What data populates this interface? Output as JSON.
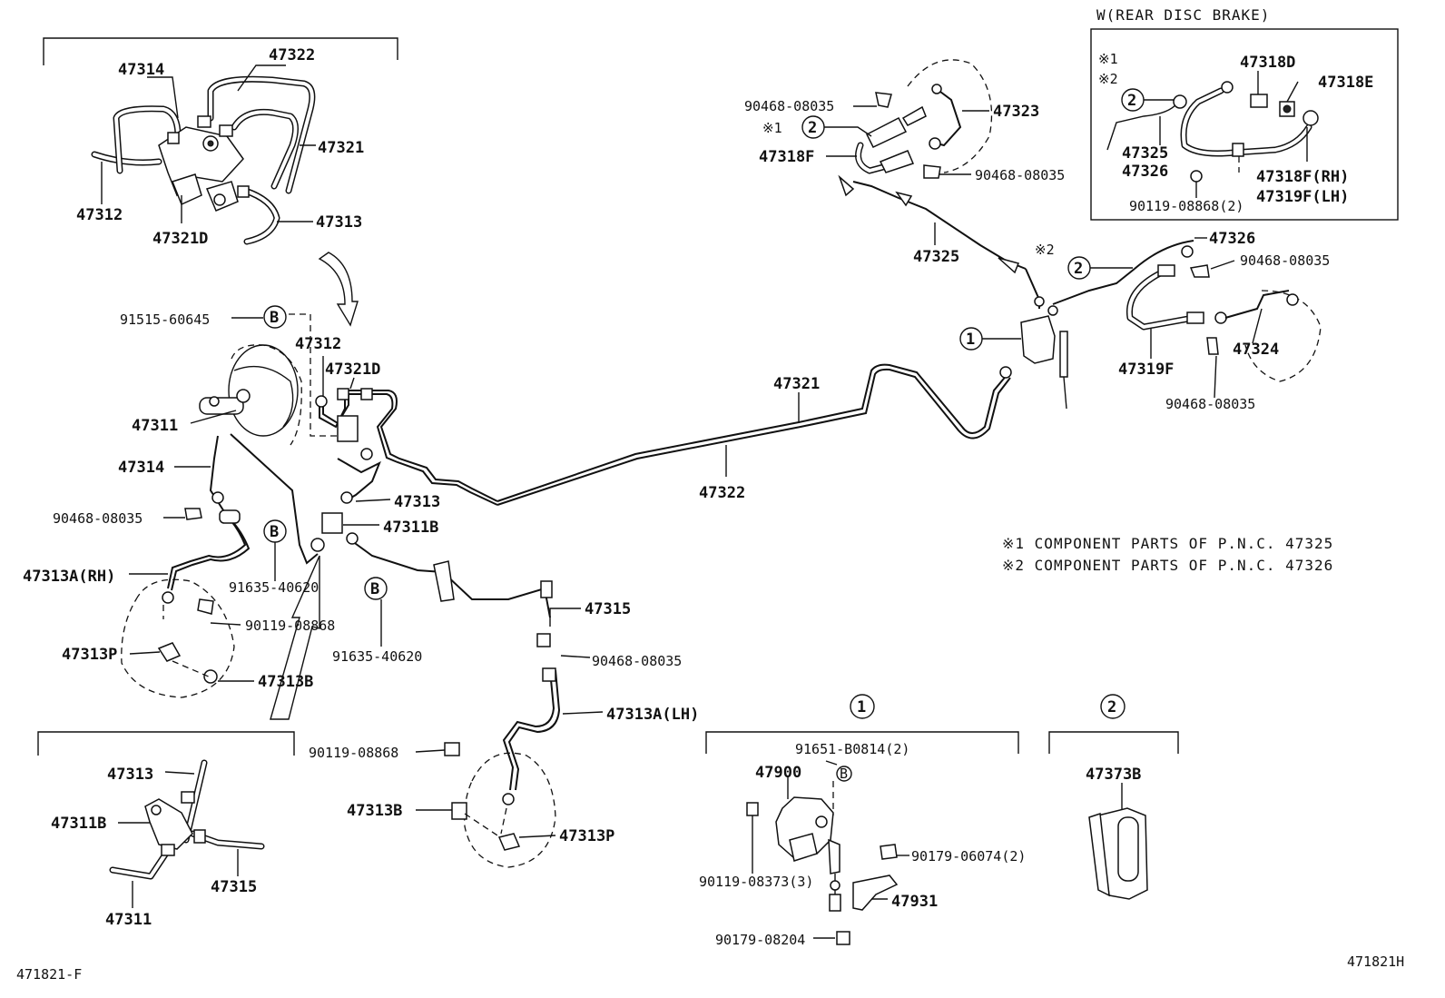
{
  "rear_disc_box": {
    "title": "W(REAR DISC BRAKE)",
    "marks": [
      "※1",
      "※2"
    ],
    "circle_2": "2",
    "labels": {
      "p47318D": "47318D",
      "p47318E": "47318E",
      "p47325": "47325",
      "p47326": "47326",
      "p47318F_RH": "47318F(RH)",
      "p47319F_LH": "47319F(LH)",
      "p90119": "90119-08868(2)"
    }
  },
  "top_left_detail": {
    "p47314": "47314",
    "p47322": "47322",
    "p47321": "47321",
    "p47312": "47312",
    "p47321D": "47321D",
    "p47313": "47313"
  },
  "main_left": {
    "p91515": "91515-60645",
    "circle_b1": "B",
    "p47312": "47312",
    "p47321D": "47321D",
    "p47311": "47311",
    "p47314": "47314",
    "p47313": "47313",
    "p47311B": "47311B",
    "p90468": "90468-08035",
    "circle_b2": "B",
    "p47313A_RH": "47313A(RH)",
    "p91635_a": "91635-40620",
    "p90119": "90119-08868",
    "circle_b3": "B",
    "p47313P": "47313P",
    "p91635_b": "91635-40620",
    "p47313B": "47313B",
    "p47315": "47315",
    "p90468_b": "90468-08035",
    "p47313A_LH": "47313A(LH)",
    "p90119_b": "90119-08868",
    "p47313B_b": "47313B",
    "p47313P_b": "47313P"
  },
  "center": {
    "p47321": "47321",
    "p47322": "47322"
  },
  "upper_right": {
    "p90468_a": "90468-08035",
    "mark1": "※1",
    "circle_2a": "2",
    "p47318F": "47318F",
    "p47323": "47323",
    "p90468_b": "90468-08035",
    "p47325": "47325",
    "mark2": "※2",
    "circle_2b": "2",
    "p47326": "47326",
    "p90468_c": "90468-08035",
    "circle_1": "1",
    "p47319F": "47319F",
    "p47324": "47324",
    "p90468_d": "90468-08035"
  },
  "notes": {
    "note1": "※1 COMPONENT PARTS OF P.N.C. 47325",
    "note2": "※2 COMPONENT PARTS OF P.N.C. 47326"
  },
  "bottom_left_detail": {
    "p47313": "47313",
    "p47311B": "47311B",
    "p47315": "47315",
    "p47311": "47311"
  },
  "group_1": {
    "circle": "1",
    "p91651": "91651-B0814(2)",
    "circle_b": "B",
    "p47900": "47900",
    "p90179_06074": "90179-06074(2)",
    "p90119_08373": "90119-08373(3)",
    "p47931": "47931",
    "p90179_08204": "90179-08204"
  },
  "group_2": {
    "circle": "2",
    "p47373B": "47373B"
  },
  "footer": {
    "left_code": "471821-F",
    "right_code": "471821H"
  }
}
